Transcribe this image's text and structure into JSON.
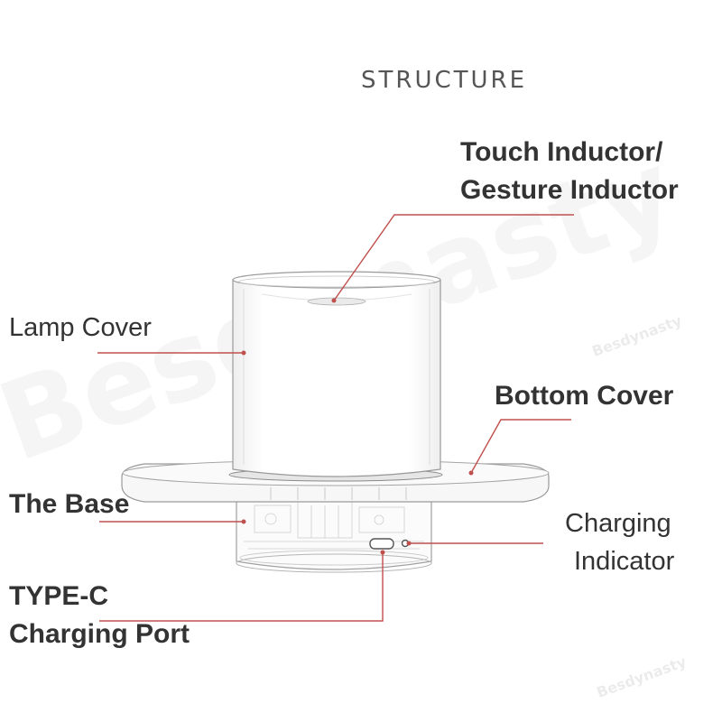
{
  "title": "STRUCTURE",
  "watermark": {
    "large": "Besdynasty",
    "small": "Besdynasty"
  },
  "labels": {
    "touch_inductor": [
      "Touch Inductor/",
      "Gesture Inductor"
    ],
    "lamp_cover": [
      "Lamp Cover"
    ],
    "bottom_cover": [
      "Bottom Cover"
    ],
    "the_base": [
      "The Base"
    ],
    "charging_indicator": [
      "Charging",
      "Indicator"
    ],
    "type_c": [
      "TYPE-C",
      "Charging Port"
    ]
  },
  "colors": {
    "leader_line": "#c0504d",
    "label_text": "#333333",
    "outline": "#9a9a9a"
  }
}
